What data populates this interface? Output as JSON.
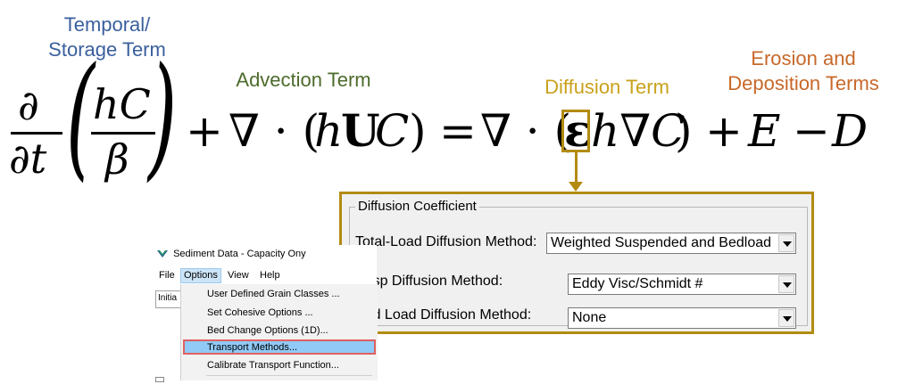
{
  "labels": {
    "temporal_line1": "Temporal/",
    "temporal_line2": "Storage Term",
    "advection": "Advection Term",
    "diffusion": "Diffusion Term",
    "erosion_line1": "Erosion and",
    "erosion_line2": "Deposition Terms"
  },
  "equation": {
    "partial_num": "∂",
    "partial_den": "∂t",
    "frac_num": "hC",
    "frac_den": "β",
    "paren_open": "(",
    "paren_close": ")",
    "plus1": "+",
    "nabla_dot1": "∇ · (",
    "huc_h": "h",
    "huc_u": "U",
    "huc_c": "C",
    "huc_close": ")",
    "equals": "=",
    "nabla_dot2": "∇ · (",
    "epsilon": "ε",
    "h_grad_c": "h∇C",
    "close2": ")",
    "plus2": "+",
    "E": "E",
    "minus": "−",
    "D": "D"
  },
  "diffusion_panel": {
    "group_title": "Diffusion Coefficient",
    "rows": [
      {
        "label": "Total-Load Diffusion Method:",
        "value": "Weighted Suspended and Bedload"
      },
      {
        "label": "Susp Diffusion Method:",
        "value": "Eddy Visc/Schmidt #"
      },
      {
        "label": "Bed Load Diffusion Method:",
        "value": "None"
      }
    ]
  },
  "window": {
    "title": "Sediment Data - Capacity Ony",
    "menu": [
      "File",
      "Options",
      "View",
      "Help"
    ],
    "left_tab": "Initia",
    "dropdown_items": [
      "User Defined Grain Classes ...",
      "Set Cohesive Options ...",
      "Bed Change Options (1D)...",
      "Transport Methods...",
      "Calibrate Transport Function..."
    ]
  },
  "colors": {
    "temporal": "#3a5f9e",
    "advection": "#4d6b2b",
    "diffusion": "#c9a11c",
    "erosion": "#c8682a",
    "highlight": "#b38b12",
    "selected_menu": "#91c9f7",
    "selected_border": "#e06060"
  }
}
